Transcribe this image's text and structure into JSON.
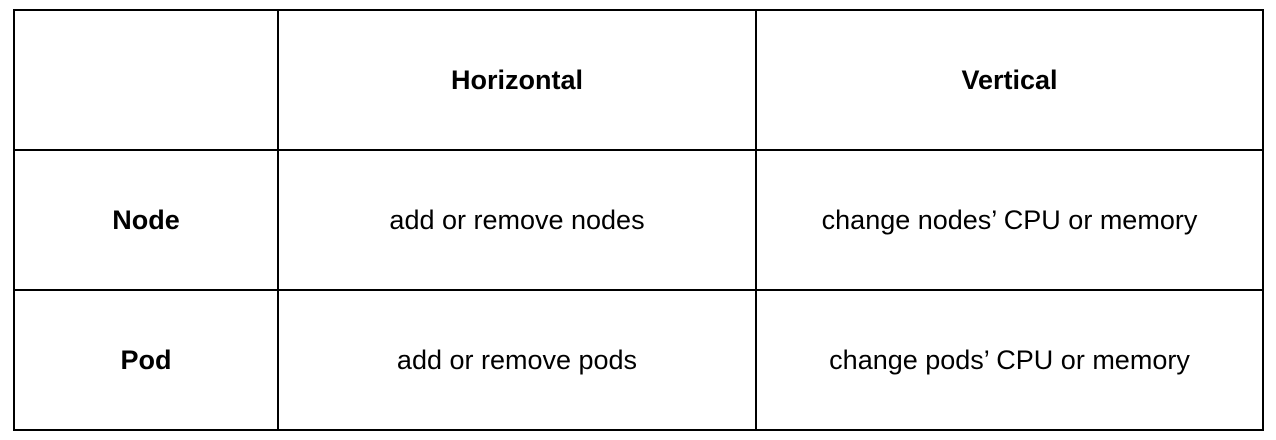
{
  "table": {
    "header": {
      "corner": "",
      "columns": [
        "Horizontal",
        "Vertical"
      ]
    },
    "rows": [
      {
        "label": "Node",
        "cells": [
          "add or remove nodes",
          "change nodes’ CPU or memory"
        ]
      },
      {
        "label": "Pod",
        "cells": [
          "add or remove pods",
          "change pods’ CPU or memory"
        ]
      }
    ]
  }
}
